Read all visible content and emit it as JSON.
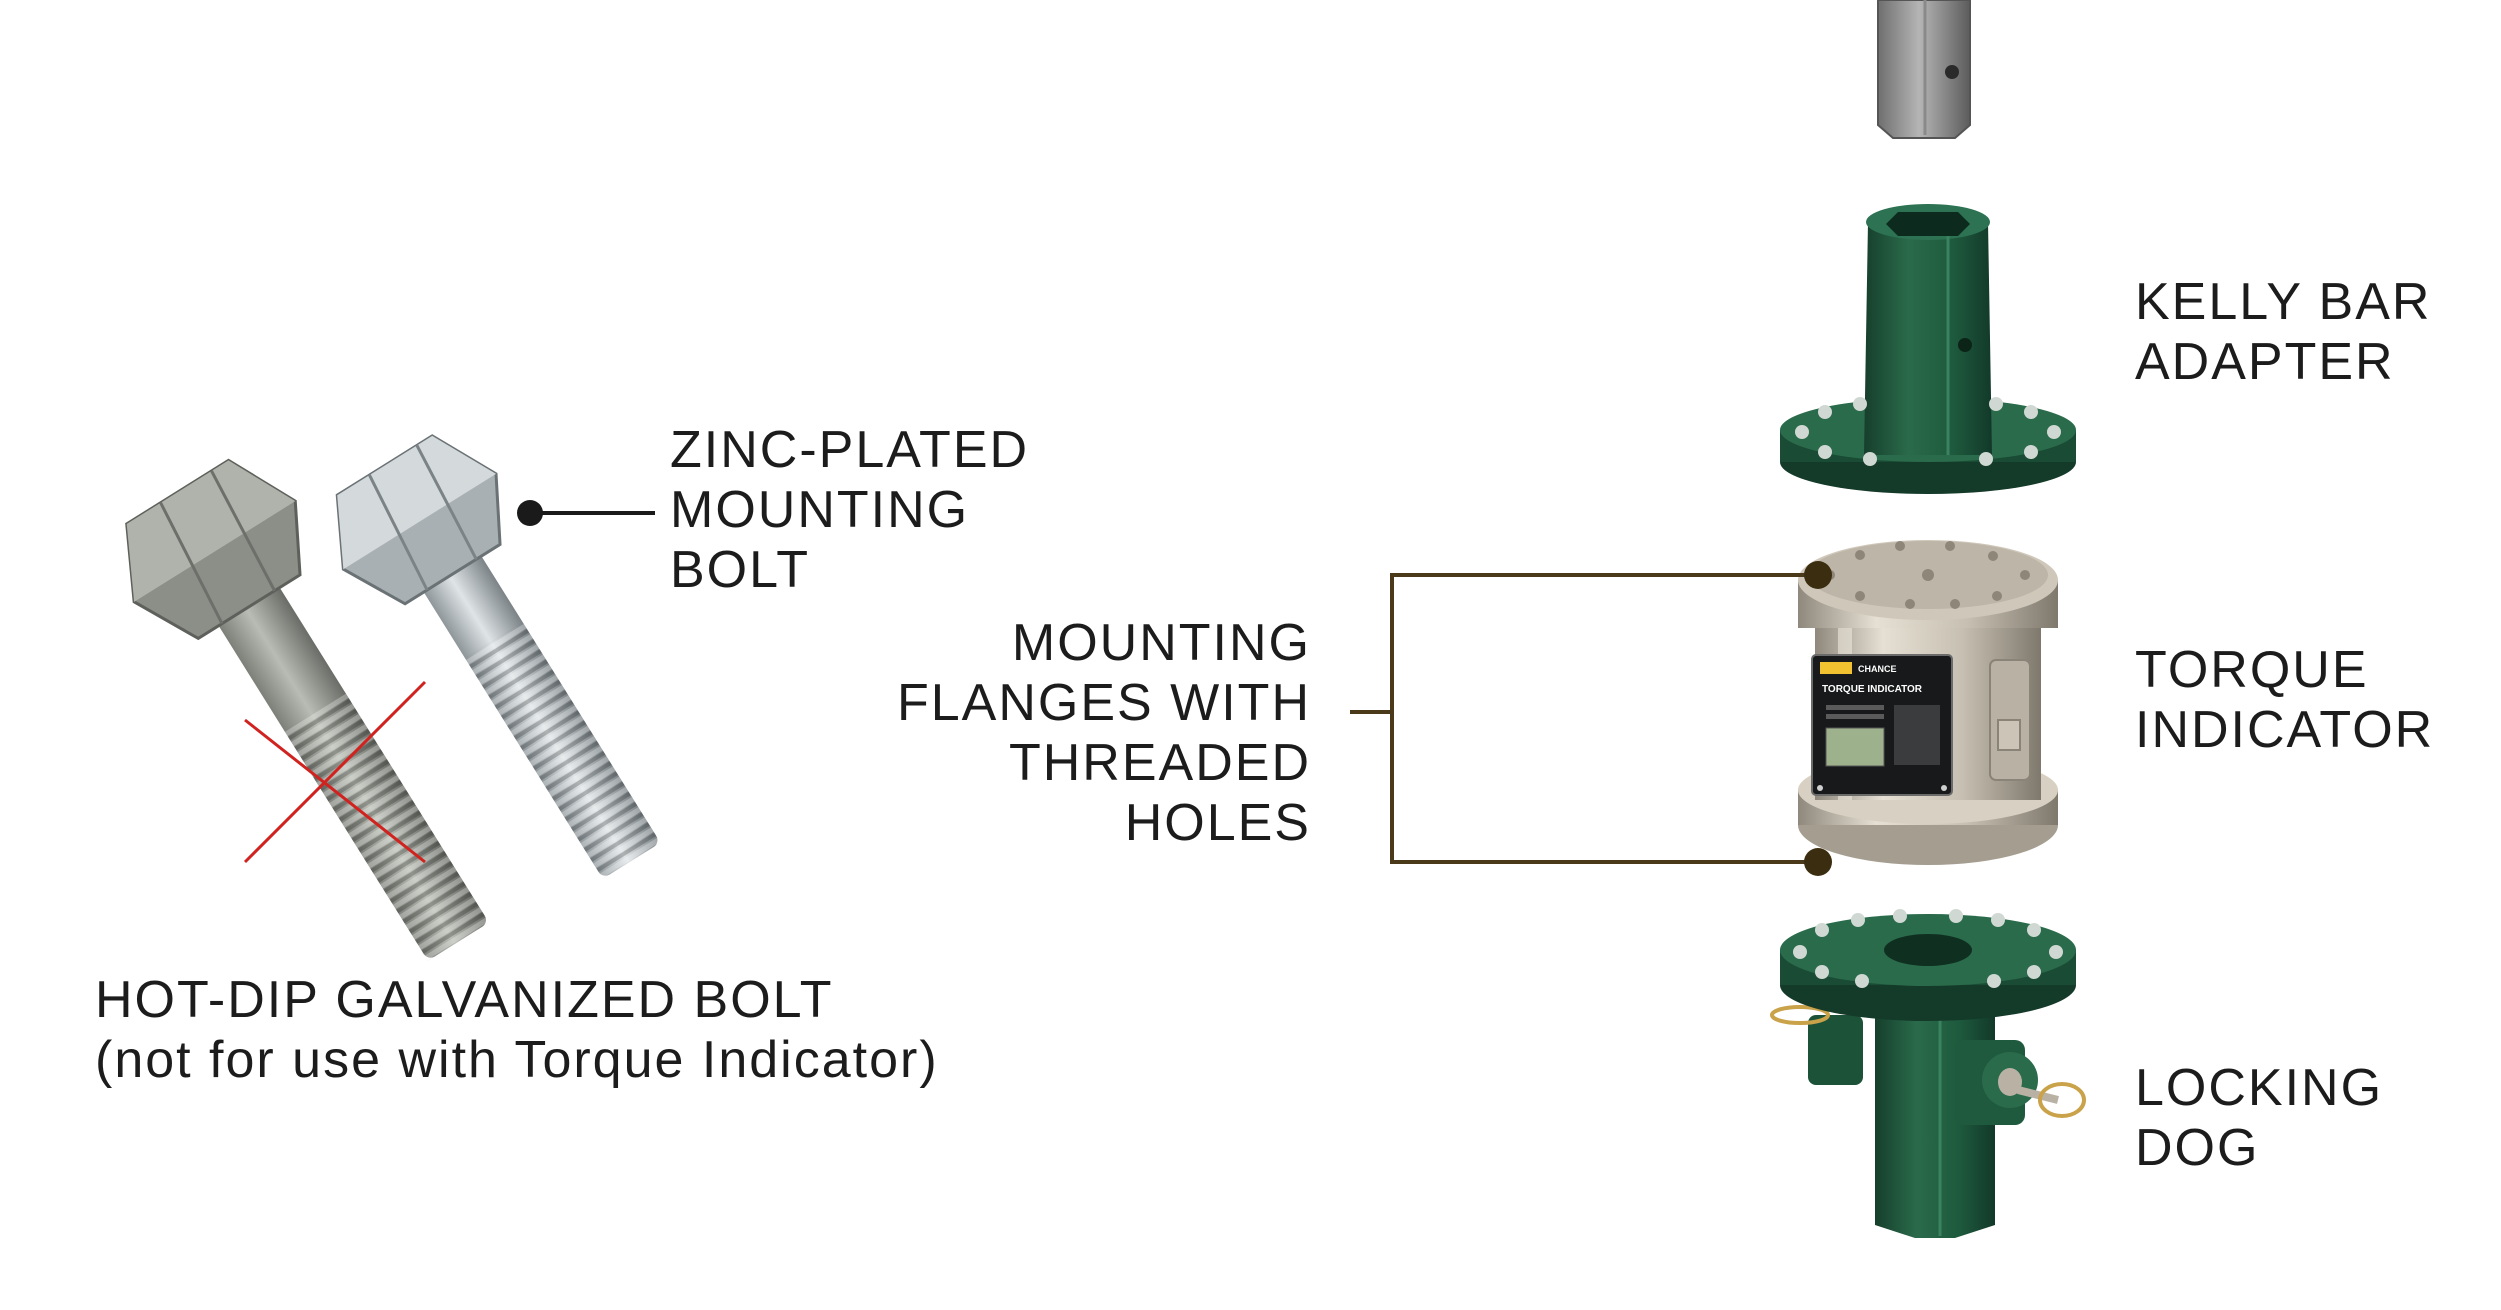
{
  "labels": {
    "zinc_bolt": [
      "ZINC-PLATED",
      "MOUNTING",
      "BOLT"
    ],
    "galvanized_bolt": [
      "HOT-DIP GALVANIZED BOLT",
      "(not for use with Torque Indicator)"
    ],
    "mounting_flanges": [
      "MOUNTING",
      "FLANGES WITH",
      "THREADED",
      "HOLES"
    ],
    "kelly_bar_adapter": [
      "KELLY BAR",
      "ADAPTER"
    ],
    "torque_indicator": [
      "TORQUE",
      "INDICATOR"
    ],
    "locking_dog": [
      "LOCKING",
      "DOG"
    ]
  },
  "device_panel": {
    "brand": "CHANCE",
    "title": "TORQUE INDICATOR"
  },
  "colors": {
    "leader_line": "#1a1a1a",
    "flange_leader": "#4a3a1a",
    "component_green": "#1f5a3e",
    "stainless": "#c9c2b4",
    "cross_out": "#d0231f"
  }
}
